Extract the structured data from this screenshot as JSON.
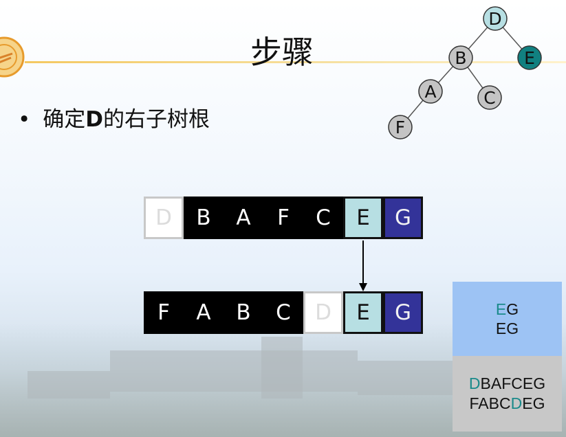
{
  "title": "步骤",
  "bullet": {
    "prefix": "确定",
    "bold": "D",
    "suffix": "的右子树根"
  },
  "tree": {
    "nodes": [
      {
        "label": "D",
        "fill": "#b7dfe3"
      },
      {
        "label": "B",
        "fill": "#c4c4c4"
      },
      {
        "label": "E",
        "fill": "#118080"
      },
      {
        "label": "A",
        "fill": "#c4c4c4"
      },
      {
        "label": "C",
        "fill": "#c4c4c4"
      },
      {
        "label": "F",
        "fill": "#c4c4c4"
      }
    ]
  },
  "sequences": {
    "preorder": [
      "D",
      "B",
      "A",
      "F",
      "C",
      "E",
      "G"
    ],
    "inorder": [
      "F",
      "A",
      "B",
      "C",
      "D",
      "E",
      "G"
    ]
  },
  "panel": {
    "top_line1_highlight": "E",
    "top_line1_rest": "G",
    "top_line2": "EG",
    "bottom_line1_highlight": "D",
    "bottom_line1_rest": "BAFCEG",
    "bottom_line2_before": "FABC",
    "bottom_line2_highlight": "D",
    "bottom_line2_after": "EG"
  },
  "colors": {
    "highlight_text": "#1a8a8a",
    "root_fill": "#b7dfe3",
    "current_node_fill": "#118080",
    "g_cell": "#333399",
    "panel_top_bg": "#9dc3f4",
    "panel_bottom_bg": "#c8c8c8"
  }
}
